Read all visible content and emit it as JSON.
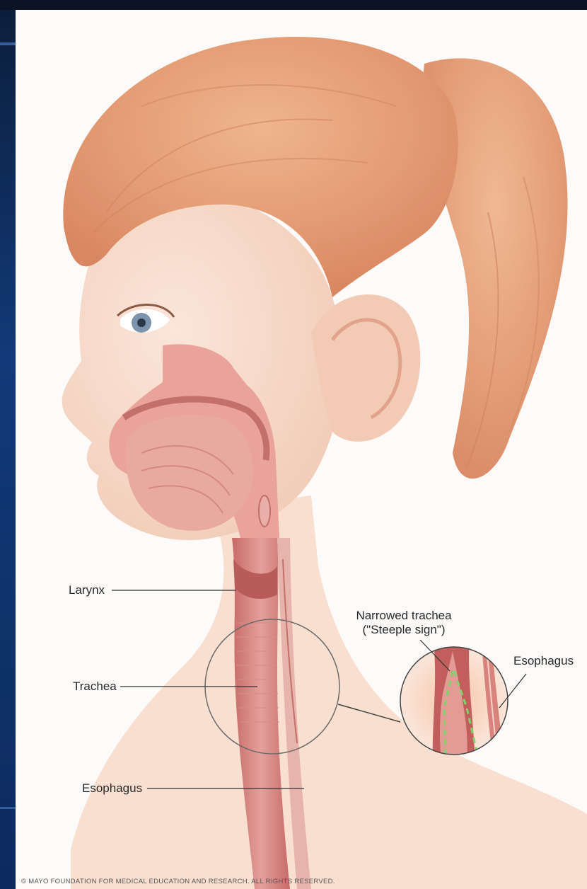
{
  "labels": {
    "larynx": "Larynx",
    "trachea": "Trachea",
    "esophagus_main": "Esophagus",
    "narrowed_line1": "Narrowed trachea",
    "narrowed_line2": "(\"Steeple sign\")",
    "esophagus_inset": "Esophagus"
  },
  "copyright": "© MAYO FOUNDATION FOR MEDICAL EDUCATION AND RESEARCH. ALL RIGHTS RESERVED.",
  "colors": {
    "background_frame": "#0d2a5c",
    "panel": "#fdfbf9",
    "skin": "#f6d9c8",
    "hair": "#e8a47c",
    "airway": "#d98a86",
    "tissue": "#c96d6b",
    "highlight_dash": "#7ed36a"
  }
}
